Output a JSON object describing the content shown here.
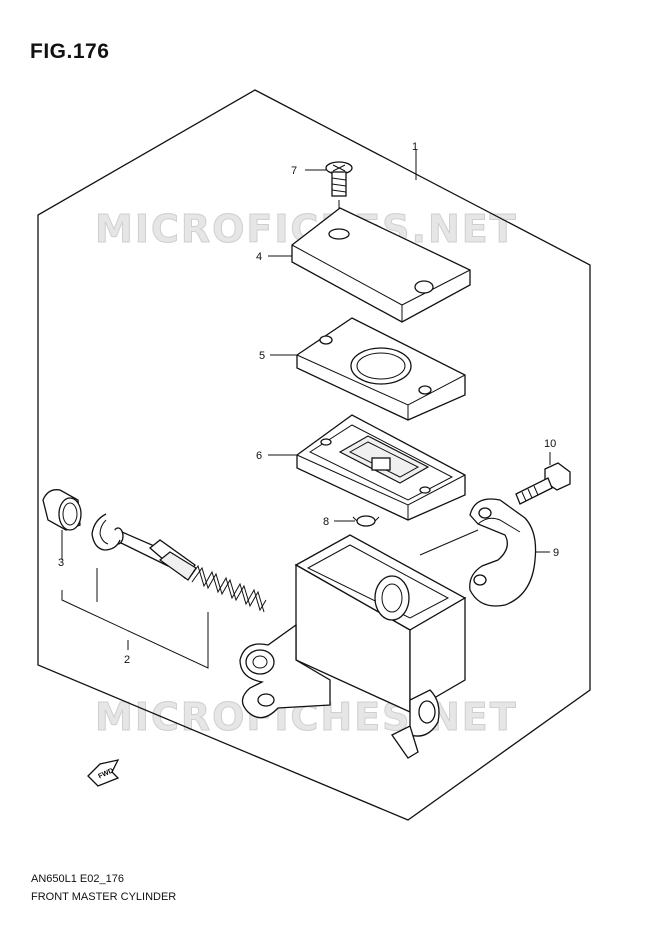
{
  "figure": {
    "title": "FIG.176",
    "code": "AN650L1 E02_176",
    "name": "FRONT MASTER CYLINDER"
  },
  "watermark": {
    "text": "MICROFICHES.NET",
    "color": "#e6e6e6"
  },
  "direction_arrow": {
    "label": "FWD"
  },
  "callouts": [
    {
      "number": "1",
      "part": "master-cylinder-assy"
    },
    {
      "number": "2",
      "part": "piston-cup-set"
    },
    {
      "number": "3",
      "part": "boot"
    },
    {
      "number": "4",
      "part": "reservoir-cap"
    },
    {
      "number": "5",
      "part": "diaphragm-plate"
    },
    {
      "number": "6",
      "part": "diaphragm"
    },
    {
      "number": "7",
      "part": "screw"
    },
    {
      "number": "8",
      "part": "ring"
    },
    {
      "number": "9",
      "part": "holder"
    },
    {
      "number": "10",
      "part": "bolt"
    }
  ]
}
